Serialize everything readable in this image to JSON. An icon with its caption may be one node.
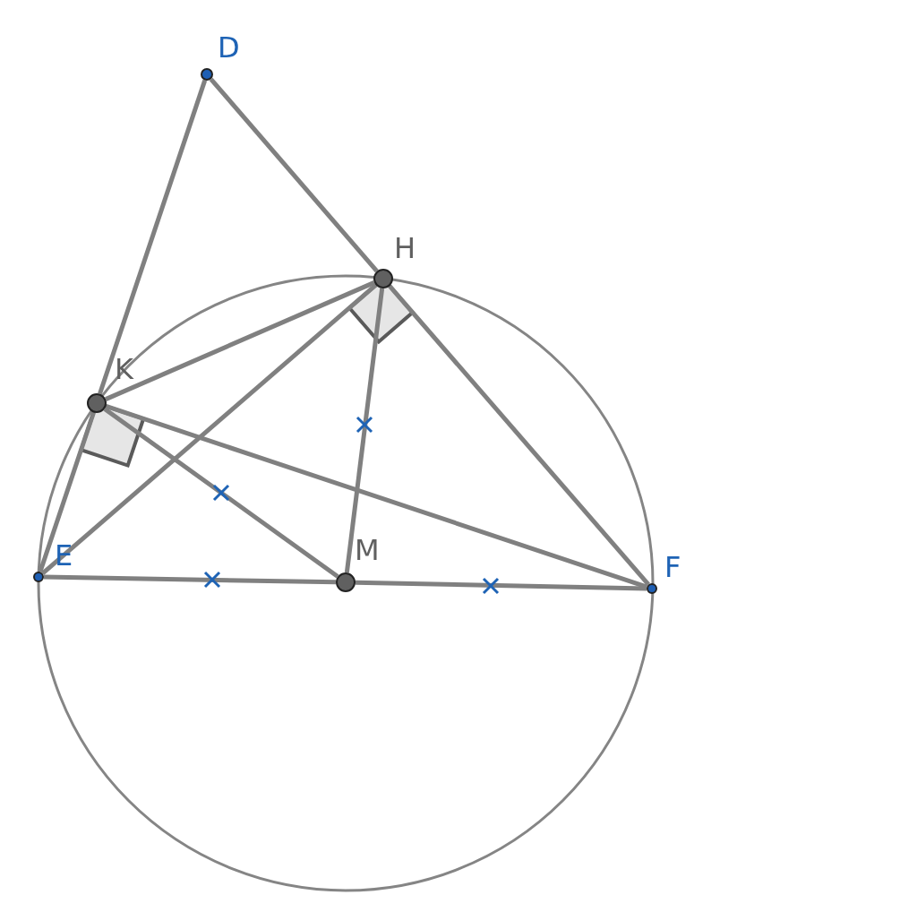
{
  "diagram": {
    "nodes": [
      {
        "text": [],
        "shape": "circle",
        "beside": [
          "D"
        ]
      },
      {
        "text": [],
        "shape": "circle",
        "beside": [
          "H"
        ]
      },
      {
        "text": [],
        "shape": "circle",
        "beside": [
          "K"
        ]
      },
      {
        "text": [],
        "shape": "circle",
        "beside": [
          "E"
        ]
      },
      {
        "text": [],
        "shape": "circle",
        "beside": [
          "M"
        ]
      },
      {
        "text": [],
        "shape": "circle",
        "beside": [
          "F"
        ]
      }
    ],
    "edges": [
      {
        "from": 0,
        "to": 2,
        "arrow": "none"
      },
      {
        "from": 2,
        "to": 3,
        "arrow": "none"
      },
      {
        "from": 0,
        "to": 1,
        "arrow": "none"
      },
      {
        "from": 1,
        "to": 5,
        "arrow": "none"
      },
      {
        "from": 1,
        "to": 2,
        "arrow": "none"
      },
      {
        "from": 1,
        "to": 3,
        "arrow": "none"
      },
      {
        "from": 1,
        "to": 4,
        "arrow": "none"
      },
      {
        "from": 2,
        "to": 4,
        "arrow": "none"
      },
      {
        "from": 2,
        "to": 5,
        "arrow": "none"
      },
      {
        "from": 3,
        "to": 4,
        "arrow": "none"
      },
      {
        "from": 4,
        "to": 5,
        "arrow": "none"
      }
    ]
  }
}
